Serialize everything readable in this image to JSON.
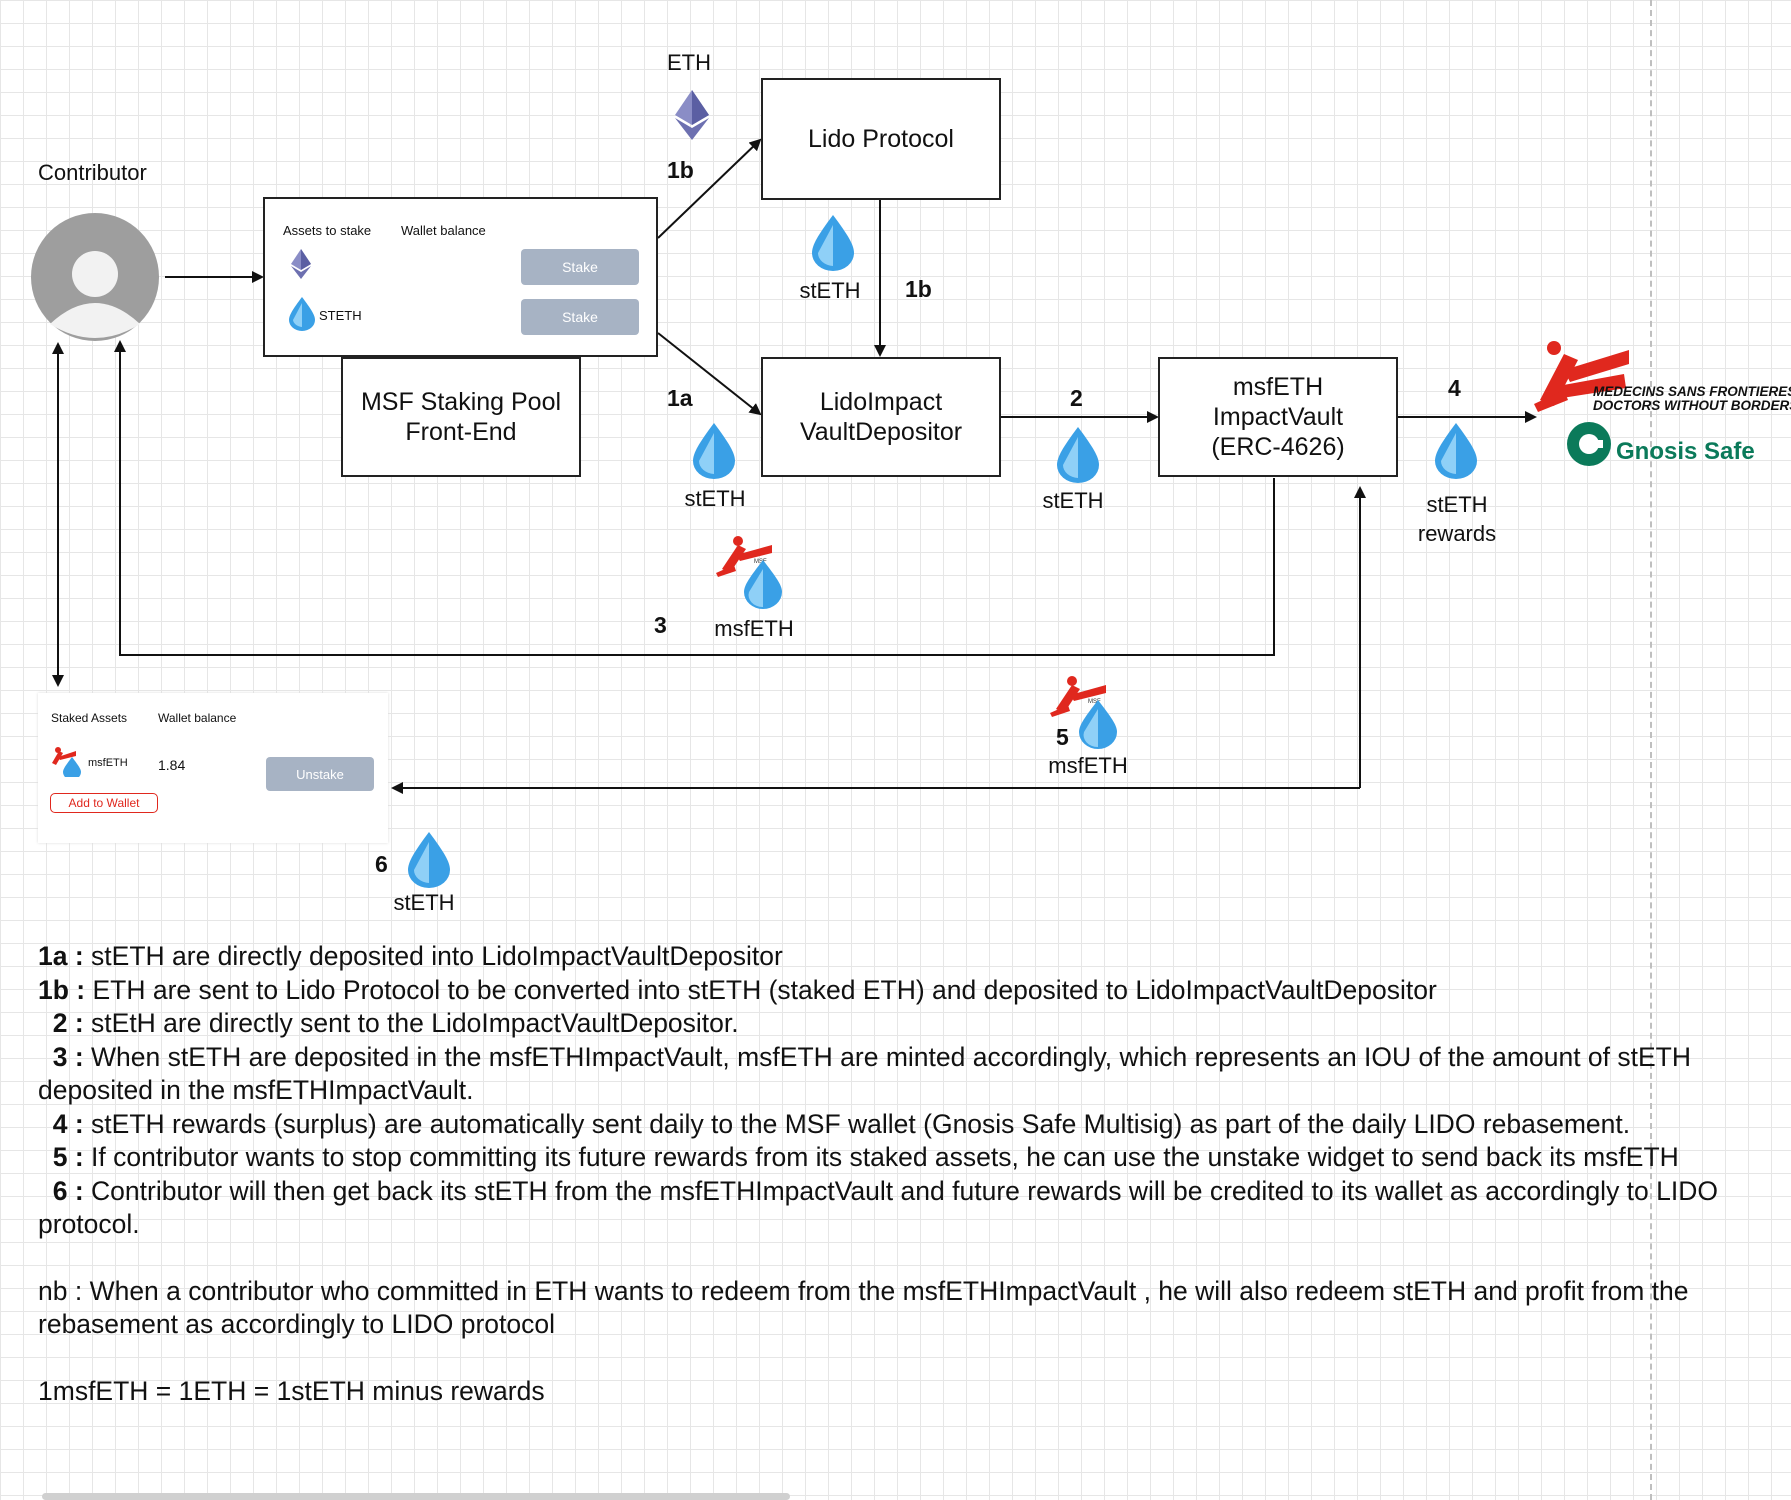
{
  "labels": {
    "contributor": "Contributor",
    "eth_top": "ETH"
  },
  "boxes": {
    "lido_protocol": "Lido Protocol",
    "msf_front_end": [
      "MSF Staking Pool",
      "Front-End"
    ],
    "depositor": [
      "LidoImpact",
      "VaultDepositor"
    ],
    "impact_vault": [
      "msfETH",
      "ImpactVault",
      "(ERC-4626)"
    ]
  },
  "stake_widget": {
    "header_assets": "Assets to stake",
    "header_balance": "Wallet balance",
    "steth_label": "STETH",
    "stake_button_1": "Stake",
    "stake_button_2": "Stake"
  },
  "unstake_widget": {
    "header_assets": "Staked Assets",
    "header_balance": "Wallet balance",
    "token_label": "msfETH",
    "balance": "1.84",
    "unstake_button": "Unstake",
    "add_wallet_button": "Add to Wallet"
  },
  "steps": {
    "s1b_top": "1b",
    "s1b_mid": "1b",
    "s1a": "1a",
    "s2": "2",
    "s3": "3",
    "s4": "4",
    "s5": "5",
    "s6": "6"
  },
  "tokens": {
    "steth_lido": "stETH",
    "steth_1a": "stETH",
    "steth_2": "stETH",
    "steth_rewards": [
      "stETH",
      "rewards"
    ],
    "msfeth_3": "msfETH",
    "msfeth_5": "msfETH",
    "steth_6": "stETH"
  },
  "logos": {
    "msf_line1": "MEDECINS SANS FRONTIERES",
    "msf_line2": "DOCTORS WITHOUT BORDERS",
    "gnosis": "Gnosis Safe"
  },
  "notes": [
    {
      "key": "1a : ",
      "text": "stETH are directly deposited into LidoImpactVaultDepositor"
    },
    {
      "key": "1b : ",
      "text": "ETH are sent to Lido Protocol to be converted into stETH (staked ETH) and deposited to LidoImpactVaultDepositor"
    },
    {
      "key": "2 : ",
      "text": "stEtH are directly sent to the LidoImpactVaultDepositor."
    },
    {
      "key": "3 : ",
      "text": "When stETH are deposited in the msfETHImpactVault, msfETH are minted accordingly, which represents an IOU of the amount of stETH deposited in the msfETHImpactVault."
    },
    {
      "key": "4 : ",
      "text": "stETH rewards (surplus) are automatically sent daily to the MSF wallet (Gnosis Safe Multisig) as part of the daily LIDO rebasement."
    },
    {
      "key": "5 : ",
      "text": "If contributor wants to stop committing its future rewards from its staked assets, he can use the unstake widget to send back its msfETH"
    },
    {
      "key": "6 : ",
      "text": "Contributor will then get back its stETH from the msfETHImpactVault and future rewards will be credited to its wallet as accordingly to LIDO protocol."
    }
  ],
  "nb": "nb : When a contributor who committed in ETH wants to redeem from the msfETHImpactVault , he will also redeem stETH and profit from the rebasement as accordingly to LIDO protocol",
  "equation": "1msfETH = 1ETH = 1stETH minus rewards",
  "colors": {
    "steth_blue": "#3aa0e6",
    "eth_purple": "#5b5fa3",
    "msf_red": "#e0281e",
    "gnosis_green": "#0b7a5a",
    "button_grey": "#a7b3c4"
  }
}
